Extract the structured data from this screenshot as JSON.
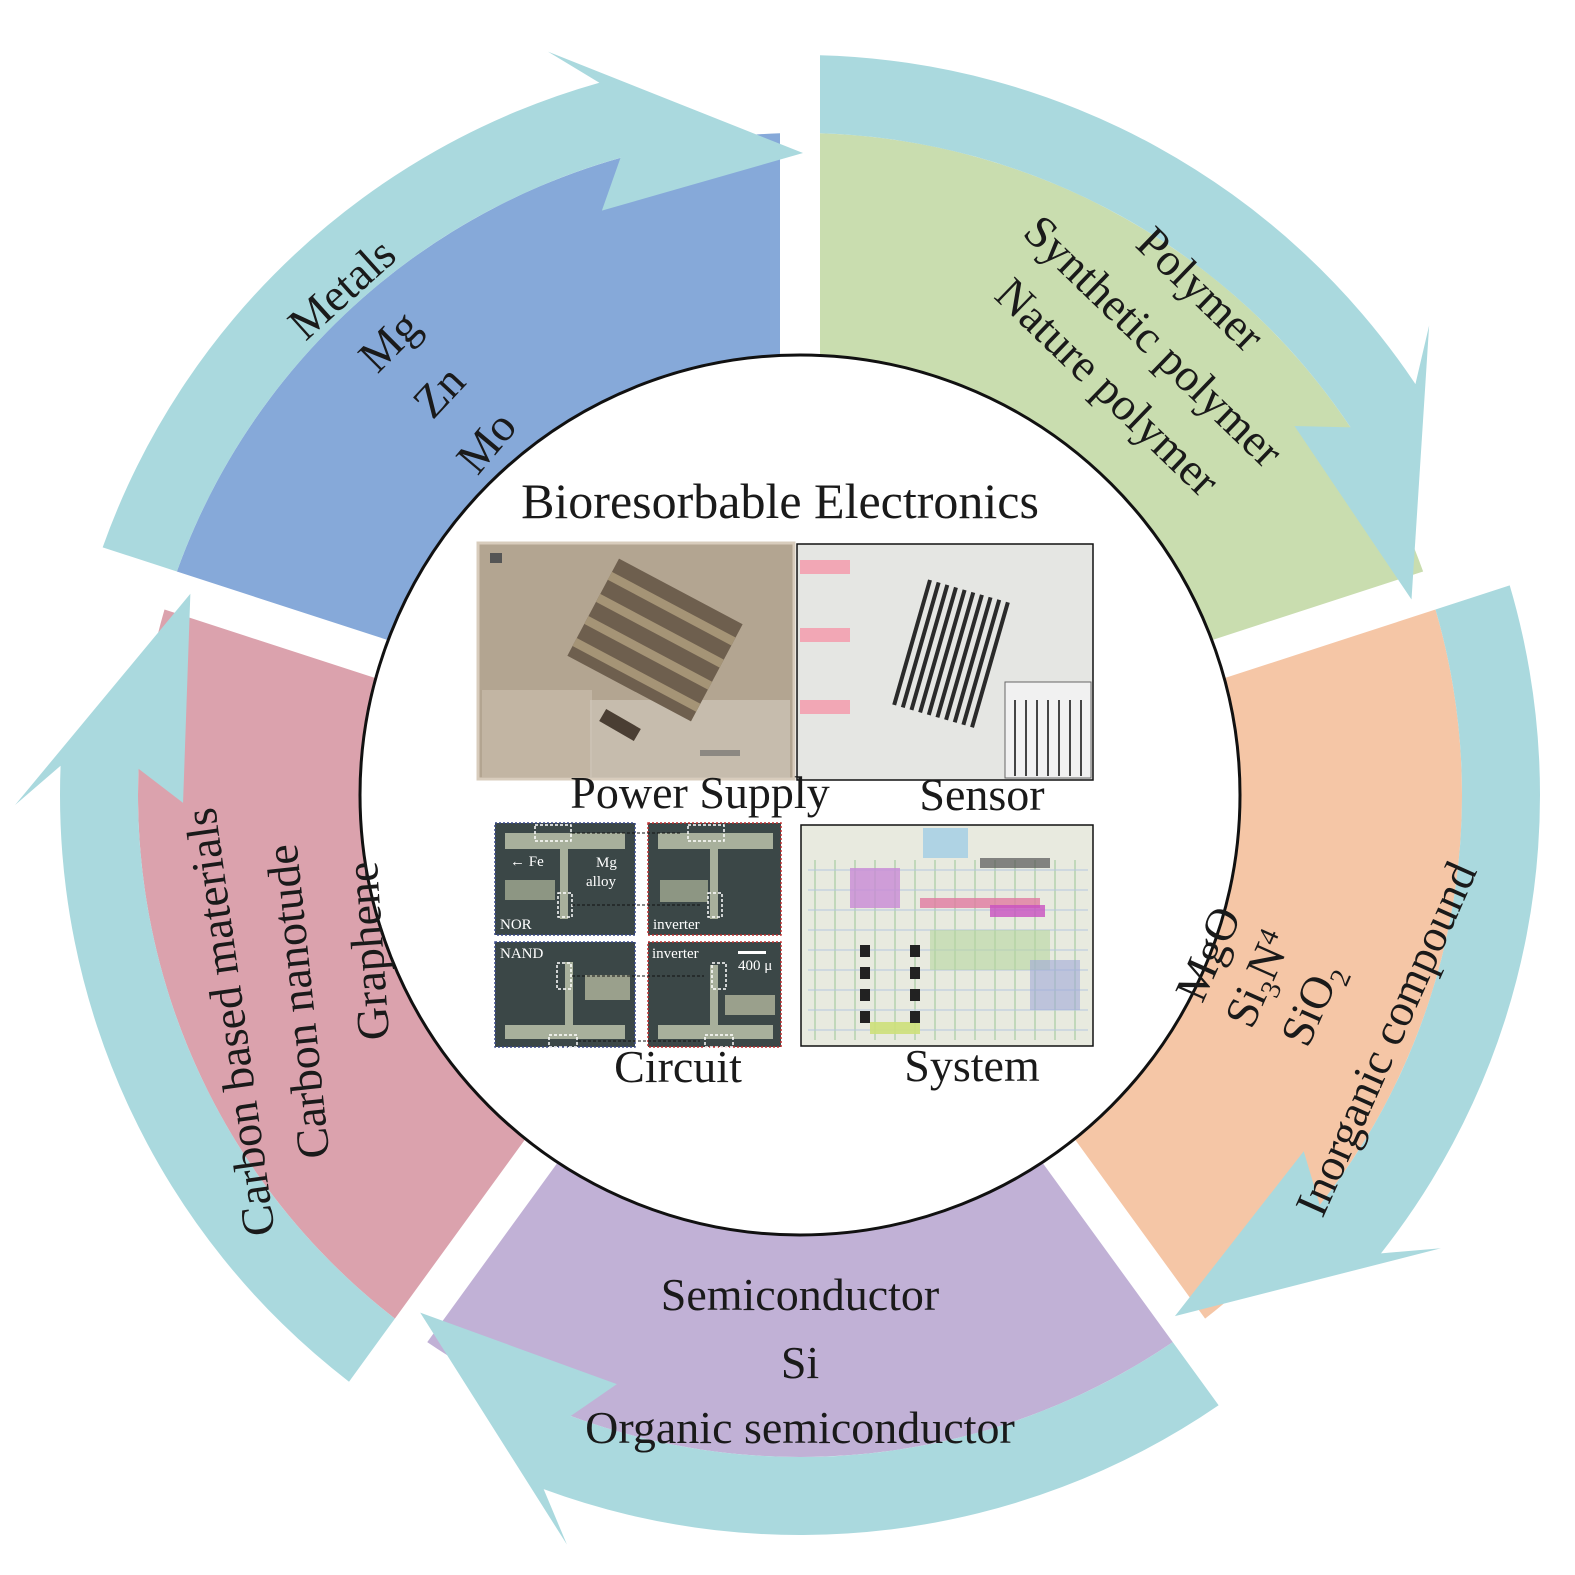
{
  "title": "Bioresorbable Electronics",
  "colors": {
    "arrow_band": "#aad9de",
    "metals": "#86a9d9",
    "polymer": "#c9ddaf",
    "inorganic": "#f5c6a6",
    "semiconductor": "#c1b1d6",
    "carbon": "#dba2ad",
    "circle_border": "#111111"
  },
  "sectors": [
    {
      "id": "metals",
      "lines": [
        "Metals",
        "Mg",
        "Zn",
        "Mo"
      ]
    },
    {
      "id": "polymer",
      "lines": [
        "Polymer",
        "Synthetic polymer",
        "Nature polymer"
      ]
    },
    {
      "id": "inorganic",
      "lines": [
        "MgO",
        "Si3N4",
        "SiO2",
        "Inorganic compound"
      ]
    },
    {
      "id": "semiconductor",
      "lines": [
        "Semiconductor",
        "Si",
        "Organic semiconductor"
      ]
    },
    {
      "id": "carbon",
      "lines": [
        "Carbon based materials",
        "Carbon nanotude",
        "Graphene"
      ]
    }
  ],
  "inorganic_formula_parts": {
    "si3n4": {
      "a": "Si",
      "sub1": "3",
      "b": "N",
      "sub2": "4"
    },
    "sio2": {
      "a": "SiO",
      "sub": "2"
    }
  },
  "panels": {
    "power_supply": "Power Supply",
    "sensor": "Sensor",
    "circuit": "Circuit",
    "system": "System"
  },
  "circuit_labels": {
    "fe": "← Fe",
    "mg": "Mg",
    "alloy": "alloy",
    "nor": "NOR",
    "nand": "NAND",
    "inverter_top": "inverter",
    "inverter_bottom": "inverter",
    "scale": "400 μ"
  }
}
